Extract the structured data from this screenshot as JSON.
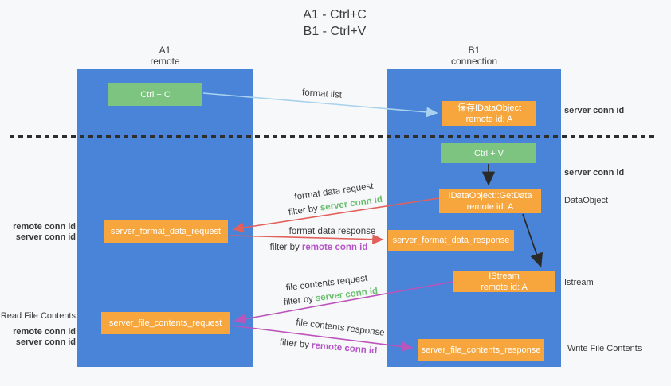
{
  "title": {
    "line1": "A1 - Ctrl+C",
    "line2": "B1 - Ctrl+V"
  },
  "lifelines": {
    "left": {
      "name": "A1",
      "role": "remote"
    },
    "right": {
      "name": "B1",
      "role": "connection"
    }
  },
  "nodes": {
    "ctrl_c": {
      "label": "Ctrl + C"
    },
    "ctrl_v": {
      "label": "Ctrl + V"
    },
    "save_dataobject": {
      "line1": "保存IDataObject",
      "line2": "remote id: A"
    },
    "getdata": {
      "line1": "IDataObject::GetData",
      "line2": "remote id: A"
    },
    "istream": {
      "line1": "IStream",
      "line2": "remote id: A"
    },
    "server_format_data_request": {
      "label": "server_format_data_request"
    },
    "server_format_data_response": {
      "label": "server_format_data_response"
    },
    "server_file_contents_request": {
      "label": "server_file_contents_request"
    },
    "server_file_contents_response": {
      "label": "server_file_contents_response"
    }
  },
  "flow_labels": {
    "format_list": "format list",
    "format_data_request": "format data request",
    "format_data_response": "format data response",
    "file_contents_request": "file contents request",
    "file_contents_response": "file contents response",
    "filter_by": "filter by ",
    "server_conn_id": "server conn id",
    "remote_conn_id": "remote conn id"
  },
  "side_labels": {
    "server_conn_id_top": "server conn id",
    "server_conn_id_mid": "server conn id",
    "dataobject": "DataObject",
    "istream": "Istream",
    "write_file_contents": "Write File Contents",
    "read_file_contents": "Read File Contents",
    "remote_conn_id": "remote conn id",
    "server_conn_id": "server conn id"
  },
  "colors": {
    "column_blue": "#4a84d8",
    "box_green": "#7cc480",
    "box_orange": "#f7a63e",
    "arrow_light_blue": "#a9d2ee",
    "arrow_red": "#e2605c",
    "arrow_purple": "#bb54bb",
    "arrow_black": "#2a2a2a",
    "text_green": "#69bf6e",
    "text_purple": "#b455c8"
  }
}
